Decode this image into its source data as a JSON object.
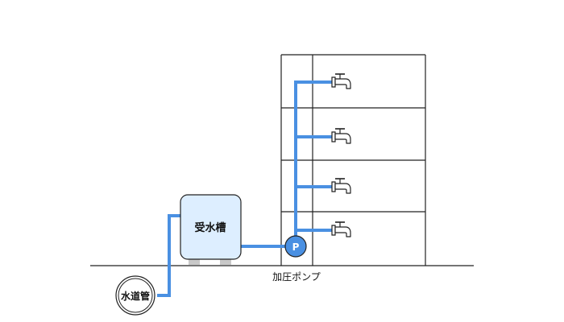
{
  "labels": {
    "tank": "受水槽",
    "water_main": "水道管",
    "pump_label": "加圧ポンプ",
    "pump_symbol": "P"
  },
  "building": {
    "floors": 4,
    "faucets_per_floor": 1
  },
  "icons": {
    "faucet": "faucet-icon",
    "pump": "pump-icon",
    "tank": "water-tank-icon",
    "main": "water-main-icon"
  },
  "colors": {
    "pipe": "#4a90e2",
    "tank_fill": "#ddeeff",
    "pump_fill": "#4a90e2",
    "outline": "#222222",
    "foot": "#c8c8c8"
  }
}
